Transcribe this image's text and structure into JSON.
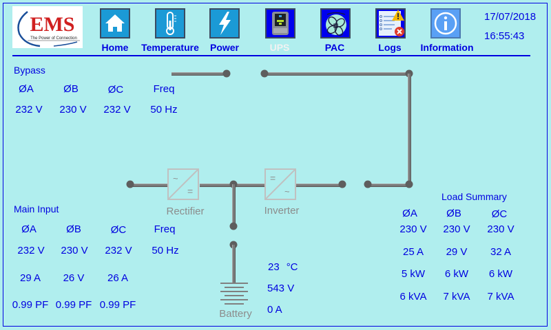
{
  "header": {
    "logo": {
      "brand": "EMS",
      "tagline": "The Power of Connection"
    },
    "nav": [
      {
        "label": "Home",
        "icon": "home-icon",
        "active": false
      },
      {
        "label": "Temperature",
        "icon": "thermometer-icon",
        "active": false
      },
      {
        "label": "Power",
        "icon": "lightning-icon",
        "active": false
      },
      {
        "label": "UPS",
        "icon": "ups-icon",
        "active": true
      },
      {
        "label": "PAC",
        "icon": "fan-icon",
        "active": false
      },
      {
        "label": "Logs",
        "icon": "logs-warning-icon",
        "active": false
      },
      {
        "label": "Information",
        "icon": "info-icon",
        "active": false
      }
    ],
    "date": "17/07/2018",
    "time": "16:55:43"
  },
  "bypass": {
    "title": "Bypass",
    "headers": [
      "ØA",
      "ØB",
      "ØC",
      "Freq"
    ],
    "values": [
      "232 V",
      "230 V",
      "232 V",
      "50 Hz"
    ]
  },
  "main_input": {
    "title": "Main Input",
    "headers": [
      "ØA",
      "ØB",
      "ØC",
      "Freq"
    ],
    "voltage": [
      "232 V",
      "230 V",
      "232 V",
      "50 Hz"
    ],
    "current": [
      "29 A",
      "26 V",
      "26 A"
    ],
    "power_factor": [
      "0.99 PF",
      "0.99 PF",
      "0.99 PF"
    ]
  },
  "diagram": {
    "rectifier_label": "Rectifier",
    "inverter_label": "Inverter",
    "battery_label": "Battery",
    "ac_symbol": "~",
    "dc_symbol": "="
  },
  "battery": {
    "temperature": "23",
    "temperature_unit": "°C",
    "voltage": "543 V",
    "current": "0 A"
  },
  "load_summary": {
    "title": "Load Summary",
    "headers": [
      "ØA",
      "ØB",
      "ØC"
    ],
    "voltage": [
      "230 V",
      "230 V",
      "230 V"
    ],
    "current": [
      "25 A",
      "29 V",
      "32 A"
    ],
    "power_kw": [
      "5 kW",
      "6 kW",
      "6 kW"
    ],
    "power_kva": [
      "6 kVA",
      "7 kVA",
      "7 kVA"
    ]
  }
}
